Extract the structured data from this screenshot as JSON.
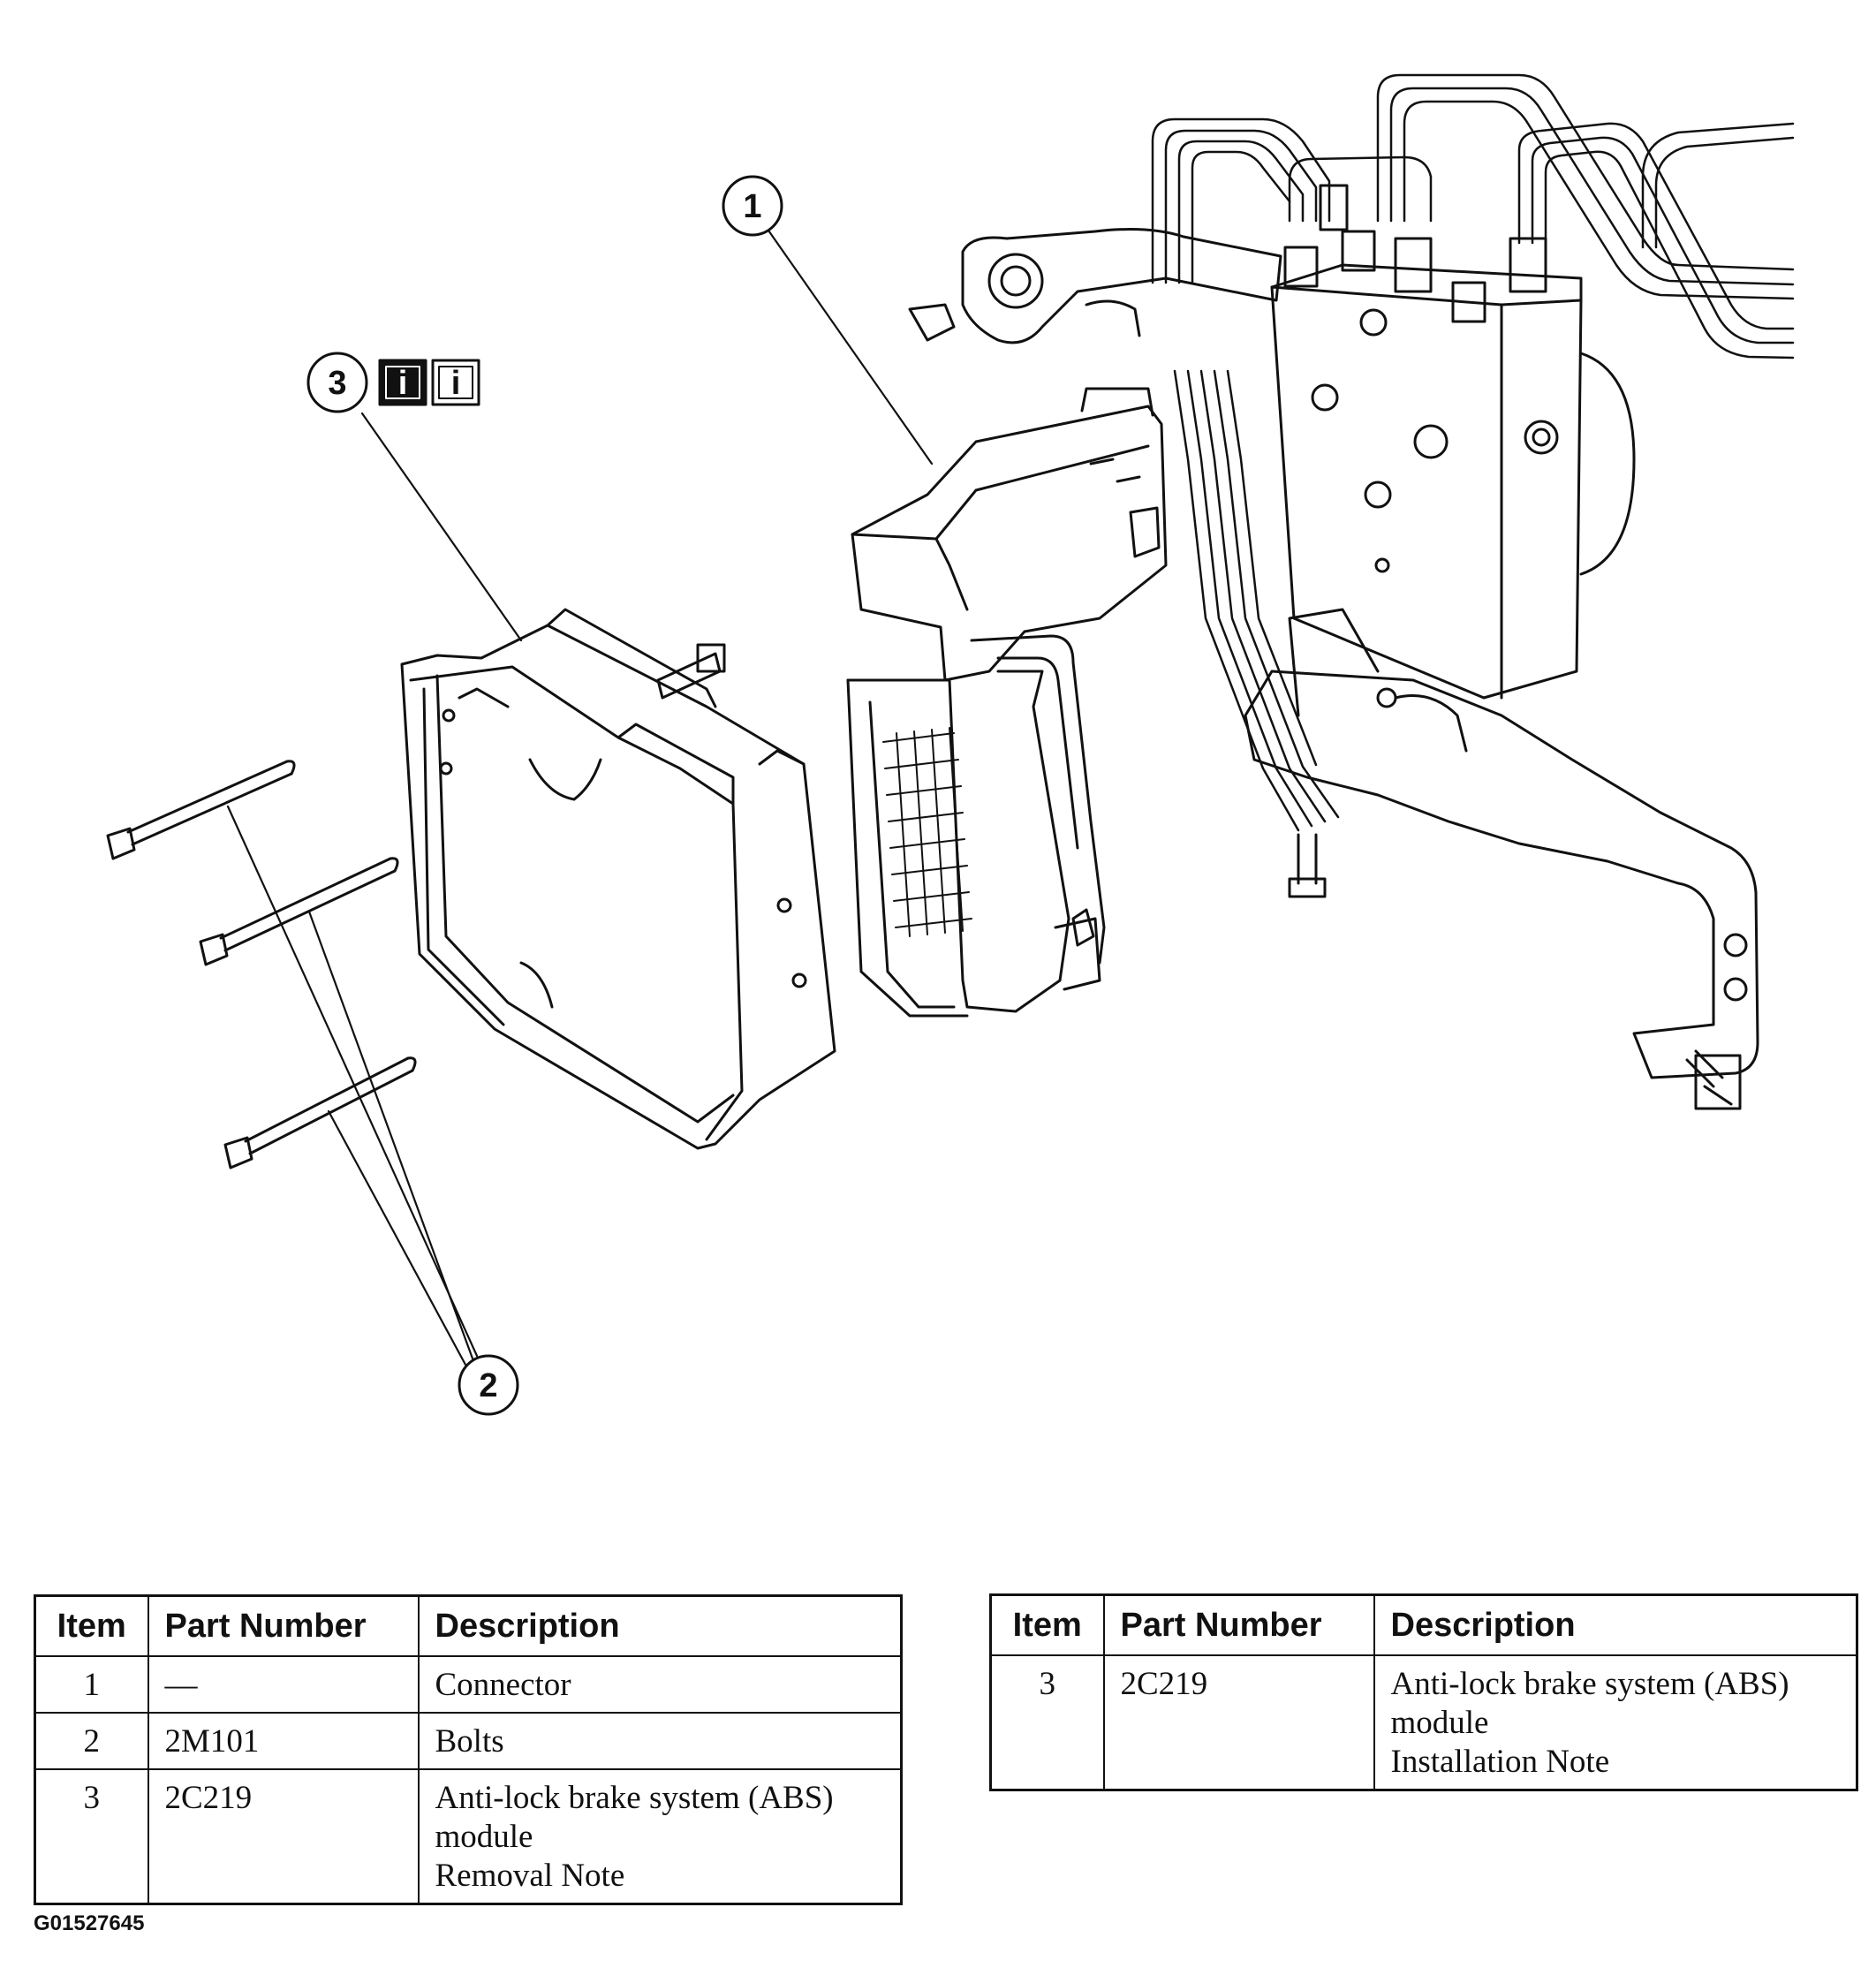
{
  "callouts": {
    "c1": "1",
    "c2": "2",
    "c3": "3"
  },
  "info_icons": [
    "info-icon-filled",
    "info-icon-outline"
  ],
  "info_icon_glyph": "i",
  "removal_table": {
    "headers": [
      "Item",
      "Part Number",
      "Description"
    ],
    "rows": [
      {
        "item": "1",
        "part": "—",
        "desc": [
          "Connector"
        ]
      },
      {
        "item": "2",
        "part": "2M101",
        "desc": [
          "Bolts"
        ]
      },
      {
        "item": "3",
        "part": "2C219",
        "desc": [
          "Anti-lock brake system (ABS)",
          "module",
          "Removal Note"
        ]
      }
    ]
  },
  "installation_table": {
    "headers": [
      "Item",
      "Part Number",
      "Description"
    ],
    "rows": [
      {
        "item": "3",
        "part": "2C219",
        "desc": [
          "Anti-lock brake system (ABS)",
          "module",
          "Installation Note"
        ]
      }
    ]
  },
  "figure_id": "G01527645"
}
